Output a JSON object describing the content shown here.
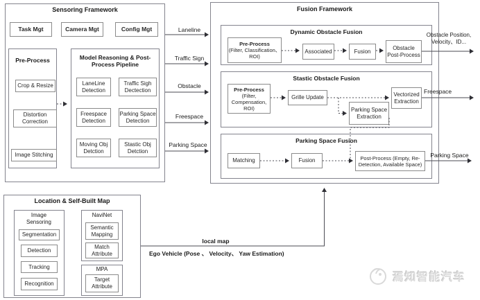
{
  "sensoring": {
    "title": "Sensoring Framework",
    "task_mgt": "Task Mgt",
    "camera_mgt": "Camera Mgt",
    "config_mgt": "Config Mgt",
    "pre_process": {
      "title": "Pre-Process",
      "crop_resize": "Crop & Resize",
      "distortion": "Distortion Correction",
      "image_stitching": "Image Stitching"
    },
    "pipeline": {
      "title": "Model Reasoning & Post-Process Pipeline",
      "laneline": "LaneLine Detection",
      "traffic_sign": "Traffic Sigh Dectection",
      "freespace": "Freespace Detection",
      "parking_space": "Parking Space Detection",
      "moving_obj": "Moving Obj Detction",
      "static_obj": "Stastic Obj Detction"
    }
  },
  "connectors": {
    "laneline": "Laneline",
    "traffic_sign": "Traffic Sign",
    "obstacle": "Obstacle",
    "freespace": "Freespace",
    "parking_space": "Parking Space"
  },
  "fusion": {
    "title": "Fusion Framework",
    "dynamic": {
      "title": "Dynamic Obstacle Fusion",
      "pre_title": "Pre-Process",
      "pre_sub": "(Filter, Classification、ROI)",
      "associated": "Associated",
      "fusion": "Fusion",
      "post": "Obstacle Post-Process",
      "output": "Obstacle Position, Velocity、ID..."
    },
    "static": {
      "title": "Stastic Obstacle Fusion",
      "pre_title": "Pre-Process",
      "pre_sub": "(Filter, Compensation, ROI)",
      "grille": "Grille Update",
      "vectorized": "Vectorized Extraction",
      "parking_extraction": "Parking Space Extraction",
      "output": "Freespace"
    },
    "parking": {
      "title": "Parking Space Fusion",
      "matching": "Matching",
      "fusion": "Fusion",
      "post": "Post-Process (Empty, Re-Detection, Available Space)",
      "output": "Parking Space"
    }
  },
  "location": {
    "title": "Location & Self-Built Map",
    "image_sensoring": {
      "title": "Image Sensoring",
      "segmentation": "Segmentation",
      "detection": "Detection",
      "tracking": "Tracking",
      "recognition": "Recognition"
    },
    "navinet": {
      "title": "NaviNet",
      "semantic_mapping": "Semantic Mapping",
      "match_attribute": "Match Attribute"
    },
    "mpa": {
      "title": "MPA",
      "target_attribute": "Target Attribute"
    }
  },
  "bottom": {
    "local_map": "local map",
    "ego_vehicle": "Ego Vehicle (Pose 、 Velocity、 Yaw Estimation)"
  },
  "watermark": {
    "text": "焉知智能汽车"
  }
}
